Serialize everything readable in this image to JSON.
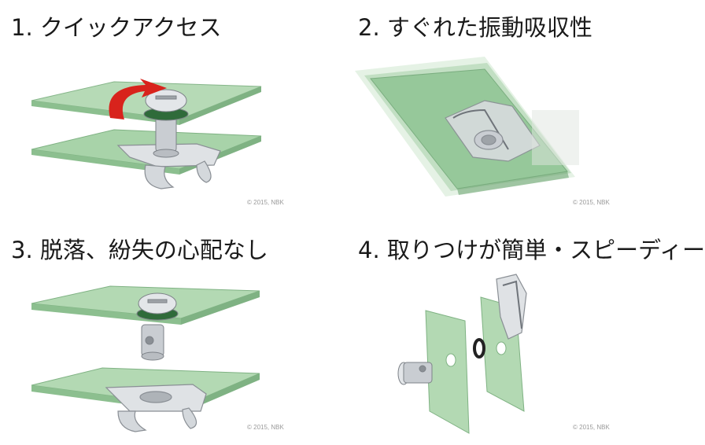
{
  "panels": [
    {
      "title": "1. クイックアクセス",
      "copyright": "© 2015, NBK"
    },
    {
      "title": "2. すぐれた振動吸収性",
      "copyright": "© 2015, NBK"
    },
    {
      "title": "3. 脱落、紛失の心配なし",
      "copyright": "© 2015, NBK"
    },
    {
      "title": "4. 取りつけが簡単・スピーディー",
      "copyright": "© 2015, NBK"
    }
  ],
  "colors": {
    "plate_fill": "#a8d3a9",
    "plate_edge": "#7fb283",
    "metal": "#c9cdd2",
    "arrow": "#d8231c"
  }
}
